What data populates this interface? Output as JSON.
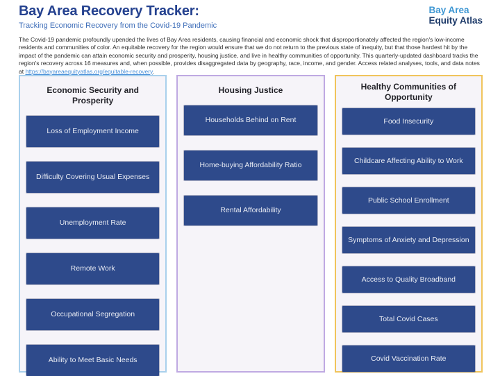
{
  "header": {
    "title": "Bay Area Recovery Tracker:",
    "subtitle": "Tracking Economic Recovery from the Covid-19 Pandemic"
  },
  "logo": {
    "line1": "Bay Area",
    "line2": "Equity Atlas"
  },
  "intro": {
    "text_before_link": "The Covid-19 pandemic profoundly upended the lives of Bay Area residents, causing financial and economic shock that disproportionately affected the region's low-income residents and communities of color. An equitable recovery for the region would ensure that we do not return to the previous state of inequity, but that those hardest hit by the impact of the pandemic can attain economic security and prosperity, housing justice, and live in healthy communities of opportunity. This quarterly-updated dashboard tracks the region's recovery across 16 measures and, when possible, provides disaggregated data by geography, race, income, and gender. Access related analyses, tools, and data notes at ",
    "link_text": "https://bayareaequityatlas.org/equitable-recovery",
    "text_after_link": "."
  },
  "colors": {
    "title_blue": "#24418f",
    "subtitle_blue": "#3d6db8",
    "logo_light_blue": "#3e97d3",
    "logo_dark_blue": "#1d3a69",
    "link_blue": "#4a90d9",
    "button_bg": "#2e4a8b",
    "button_text": "#e8ebf3",
    "column_bg": "#f6f4f9",
    "economic_border": "#a9d0ec",
    "housing_border": "#bfa9e2",
    "healthy_border": "#f0c45c"
  },
  "columns": [
    {
      "id": "economic-security",
      "title": "Economic Security and Prosperity",
      "border_color": "#a9d0ec",
      "items": [
        "Loss of Employment Income",
        "Difficulty Covering Usual Expenses",
        "Unemployment Rate",
        "Remote Work",
        "Occupational Segregation",
        "Ability to Meet Basic Needs"
      ]
    },
    {
      "id": "housing-justice",
      "title": "Housing Justice",
      "border_color": "#bfa9e2",
      "items": [
        "Households Behind on Rent",
        "Home-buying Affordability Ratio",
        "Rental Affordability"
      ]
    },
    {
      "id": "healthy-communities",
      "title": "Healthy Communities of Opportunity",
      "border_color": "#f0c45c",
      "items": [
        "Food Insecurity",
        "Childcare Affecting Ability to Work",
        "Public School Enrollment",
        "Symptoms of Anxiety and Depression",
        "Access to Quality Broadband",
        "Total Covid Cases",
        "Covid Vaccination Rate"
      ]
    }
  ]
}
